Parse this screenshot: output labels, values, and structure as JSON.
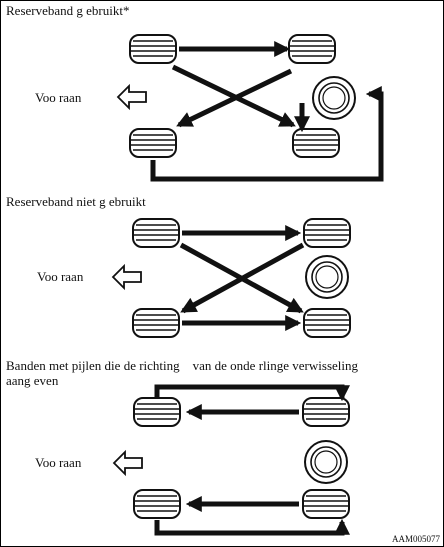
{
  "sections": [
    {
      "heading": "Reserveband g ebruikt*",
      "front_label": "Voo raan"
    },
    {
      "heading": "Reserveband niet g ebruikt",
      "front_label": "Voo raan"
    },
    {
      "heading": "Banden met pijlen die de richting    van de onde rlinge verwisseling\naang even",
      "front_label": "Voo raan"
    }
  ],
  "reference_code": "AAM005077"
}
